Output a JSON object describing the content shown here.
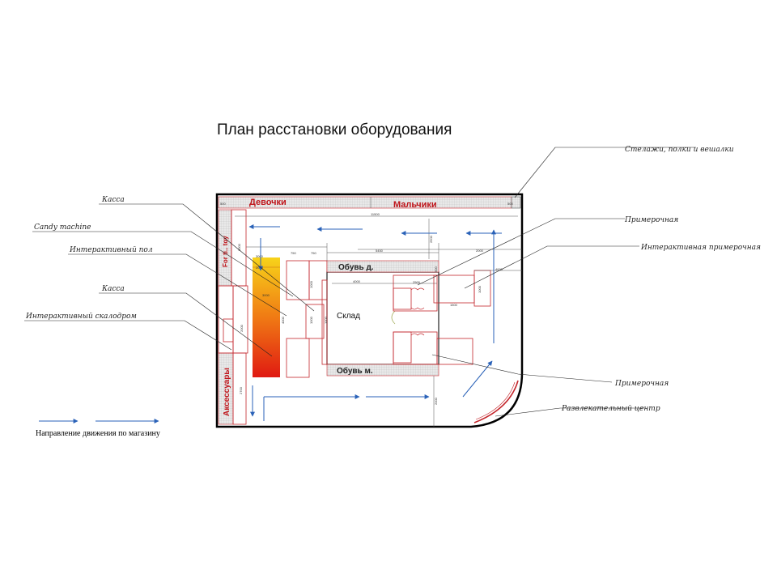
{
  "title": "План расстановки оборудования",
  "callouts": {
    "kassa_top": "Касса",
    "candy": "Candy machine",
    "inter_pol": "Интерактивный пол",
    "kassa_mid": "Касса",
    "skalodrom": "Интерактивный скалодром",
    "stellazh": "Стелажи, полки и вешалки",
    "primerochnaya_1": "Примерочная",
    "inter_primerochnaya": "Интерактивная примерочная",
    "primerochnaya_2": "Примерочная",
    "razvlek": "Развлекательный центр"
  },
  "zones": {
    "devochki": "Девочки",
    "malchiki": "Мальчики",
    "obuv_d": "Обувь д.",
    "obuv_m": "Обувь м.",
    "sklad": "Склад",
    "aksessuary": "Аксессуары",
    "for_tiny": "For ti.. toy"
  },
  "dims": {
    "d_500": "500",
    "d_11500": "11500",
    "d_500_right": "500",
    "d_8000": "8000",
    "d_3000": "3000",
    "d_2000_top": "2000",
    "d_750a": "750",
    "d_750b": "750",
    "d_5450": "5450",
    "d_2500": "2500",
    "d_500_mid": "500",
    "d_2000_v": "2000",
    "d_3000_b": "3000",
    "d_1000": "1000",
    "d_1000_b": "1000",
    "d_4000": "4000",
    "d_4000_r": "4000",
    "d_1500": "1500",
    "d_2500_b": "2500",
    "d_1000_c": "1000",
    "d_4000_l": "4000",
    "d_2700": "2700",
    "d_2000_bottom": "2000"
  },
  "legend": {
    "text": "Направление движения по магазину"
  },
  "colors": {
    "wall": "#000000",
    "equipment": "#c4262c",
    "flow_arrow": "#2a62b8",
    "floor_gradient_top": "#f7d31a",
    "floor_gradient_bottom": "#e01a12"
  }
}
